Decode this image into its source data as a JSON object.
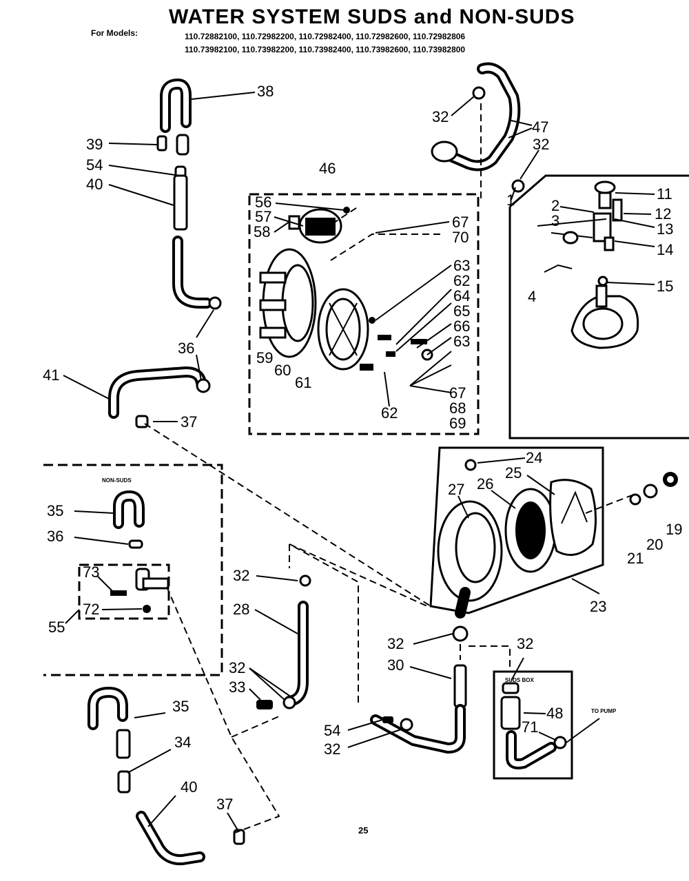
{
  "header": {
    "title": "WATER SYSTEM SUDS and NON-SUDS",
    "models_label": "For Models:",
    "models_line1": "110.72882100, 110.72982200, 110.72982400, 110.72982600, 110.72982806",
    "models_line2": "110.73982100, 110.73982200, 110.73982400, 110.73982600, 110.73982800"
  },
  "labels": {
    "non_suds": "NON-SUDS",
    "suds_box": "SUDS BOX",
    "to_pump": "TO PUMP",
    "page": "25"
  },
  "callouts": [
    {
      "id": "c38",
      "text": "38"
    },
    {
      "id": "c39",
      "text": "39"
    },
    {
      "id": "c54a",
      "text": "54"
    },
    {
      "id": "c40a",
      "text": "40"
    },
    {
      "id": "c36a",
      "text": "36"
    },
    {
      "id": "c41",
      "text": "41"
    },
    {
      "id": "c37a",
      "text": "37"
    },
    {
      "id": "c46",
      "text": "46"
    },
    {
      "id": "c56",
      "text": "56"
    },
    {
      "id": "c57",
      "text": "57"
    },
    {
      "id": "c58",
      "text": "58"
    },
    {
      "id": "c67a",
      "text": "67"
    },
    {
      "id": "c70",
      "text": "70"
    },
    {
      "id": "c63a",
      "text": "63"
    },
    {
      "id": "c62a",
      "text": "62"
    },
    {
      "id": "c64",
      "text": "64"
    },
    {
      "id": "c65",
      "text": "65"
    },
    {
      "id": "c66",
      "text": "66"
    },
    {
      "id": "c63b",
      "text": "63"
    },
    {
      "id": "c59",
      "text": "59"
    },
    {
      "id": "c60",
      "text": "60"
    },
    {
      "id": "c61",
      "text": "61"
    },
    {
      "id": "c62b",
      "text": "62"
    },
    {
      "id": "c67b",
      "text": "67"
    },
    {
      "id": "c68",
      "text": "68"
    },
    {
      "id": "c69",
      "text": "69"
    },
    {
      "id": "c32a",
      "text": "32"
    },
    {
      "id": "c47",
      "text": "47"
    },
    {
      "id": "c32b",
      "text": "32"
    },
    {
      "id": "c1",
      "text": "1"
    },
    {
      "id": "c11",
      "text": "11"
    },
    {
      "id": "c2",
      "text": "2"
    },
    {
      "id": "c12",
      "text": "12"
    },
    {
      "id": "c3",
      "text": "3"
    },
    {
      "id": "c13",
      "text": "13"
    },
    {
      "id": "c14",
      "text": "14"
    },
    {
      "id": "c4",
      "text": "4"
    },
    {
      "id": "c15",
      "text": "15"
    },
    {
      "id": "c24",
      "text": "24"
    },
    {
      "id": "c25",
      "text": "25"
    },
    {
      "id": "c27",
      "text": "27"
    },
    {
      "id": "c26",
      "text": "26"
    },
    {
      "id": "c21",
      "text": "21"
    },
    {
      "id": "c20",
      "text": "20"
    },
    {
      "id": "c19",
      "text": "19"
    },
    {
      "id": "c23",
      "text": "23"
    },
    {
      "id": "c35a",
      "text": "35"
    },
    {
      "id": "c36b",
      "text": "36"
    },
    {
      "id": "c73",
      "text": "73"
    },
    {
      "id": "c72",
      "text": "72"
    },
    {
      "id": "c55",
      "text": "55"
    },
    {
      "id": "c32c",
      "text": "32"
    },
    {
      "id": "c28",
      "text": "28"
    },
    {
      "id": "c32d",
      "text": "32"
    },
    {
      "id": "c33",
      "text": "33"
    },
    {
      "id": "c32e",
      "text": "32"
    },
    {
      "id": "c30",
      "text": "30"
    },
    {
      "id": "c32f",
      "text": "32"
    },
    {
      "id": "c48",
      "text": "48"
    },
    {
      "id": "c71",
      "text": "71"
    },
    {
      "id": "c54b",
      "text": "54"
    },
    {
      "id": "c32g",
      "text": "32"
    },
    {
      "id": "c35b",
      "text": "35"
    },
    {
      "id": "c34",
      "text": "34"
    },
    {
      "id": "c40b",
      "text": "40"
    },
    {
      "id": "c37b",
      "text": "37"
    }
  ]
}
